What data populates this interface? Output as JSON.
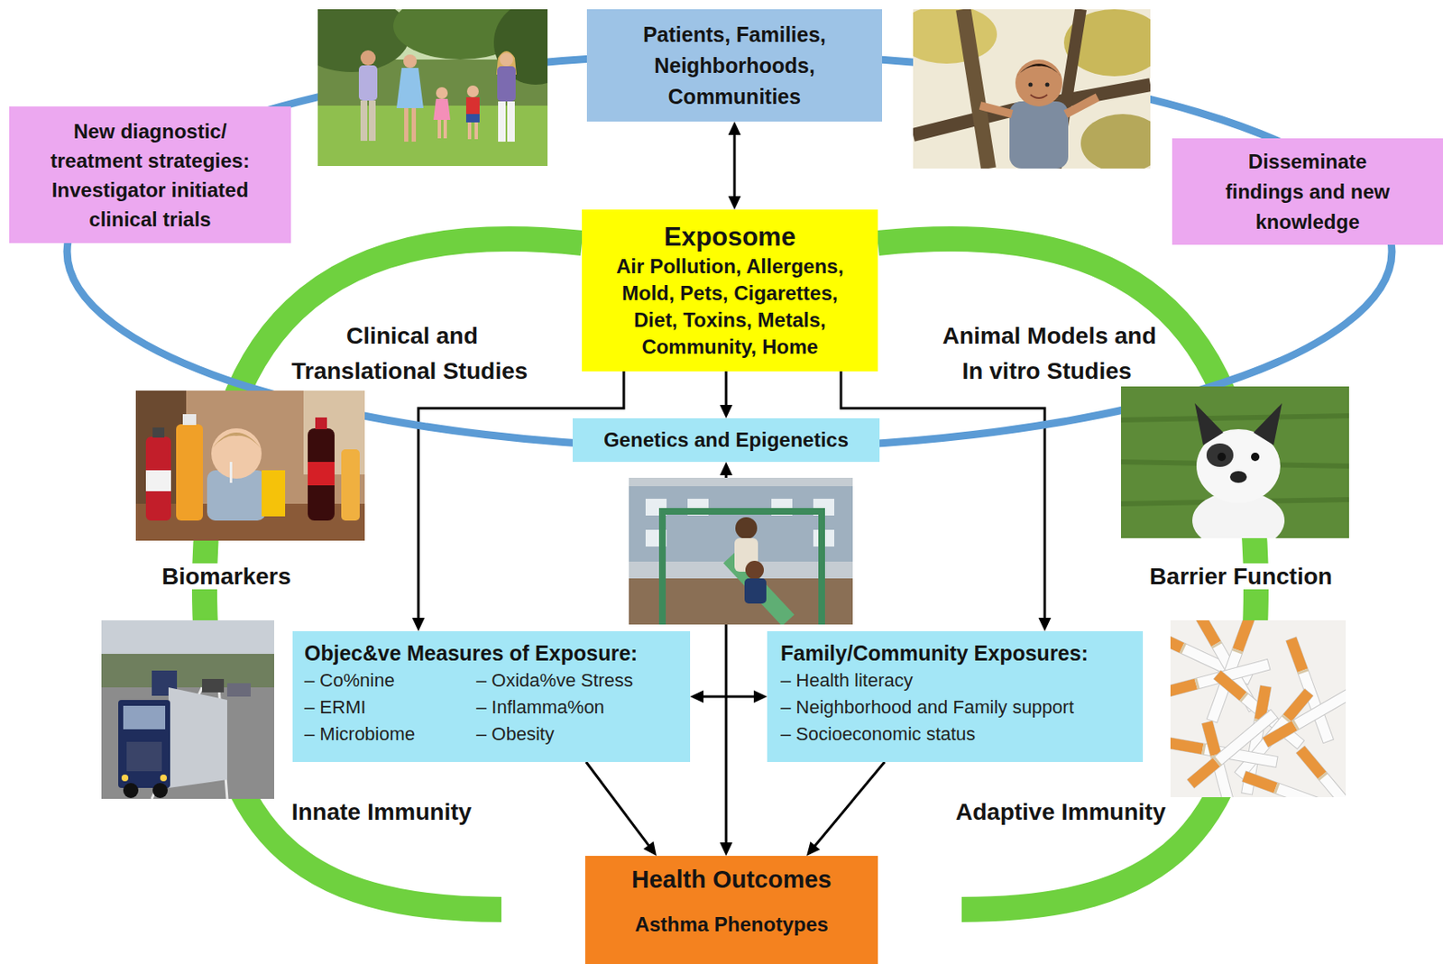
{
  "diagram": {
    "nodes": [
      {
        "text": [
          "Patients, Families, Neighborhoods, Communities"
        ]
      },
      {
        "text": [
          "New diagnostic/ treatment strategies: Investigator initiated clinical trials"
        ]
      },
      {
        "text": [
          "Disseminate findings and new knowledge"
        ]
      },
      {
        "text": [
          "Exposome",
          "Air Pollution, Allergens, Mold, Pets, Cigarettes, Diet, Toxins, Metals, Community, Home"
        ]
      },
      {
        "text": [
          "Genetics and Epigenetics"
        ]
      },
      {
        "text": [
          "Objec&ve Measures of Exposure:",
          "– Co%nine",
          "– Oxida%ve Stress",
          "– ERMI",
          "– Inflamma%on",
          "– Microbiome",
          "– Obesity"
        ]
      },
      {
        "text": [
          "Family/Community Exposures:",
          "– Health literacy",
          "– Neighborhood and Family support",
          "– Socioeconomic status"
        ]
      },
      {
        "text": [
          "Health Outcomes",
          "Asthma Phenotypes"
        ]
      }
    ],
    "edges": [
      {
        "from": 0,
        "to": 3,
        "arrow": "both"
      },
      {
        "from": 3,
        "to": 4,
        "arrow": "to"
      },
      {
        "from": 3,
        "to": 5,
        "arrow": "to"
      },
      {
        "from": 3,
        "to": 6,
        "arrow": "to"
      },
      {
        "from": 5,
        "to": 6,
        "arrow": "both"
      },
      {
        "from": 4,
        "to": 7,
        "arrow": "both"
      },
      {
        "from": 5,
        "to": 7,
        "arrow": "to"
      },
      {
        "from": 6,
        "to": 7,
        "arrow": "to"
      },
      {
        "from": 3,
        "to": 7,
        "arrow": "to"
      },
      {
        "from": 3,
        "to": 7,
        "arrow": "to"
      }
    ],
    "labels": [
      "Clinical and Translational Studies",
      "Animal Models and In vitro Studies",
      "Biomarkers",
      "Barrier Function",
      "Innate Immunity",
      "Adaptive Immunity"
    ]
  }
}
